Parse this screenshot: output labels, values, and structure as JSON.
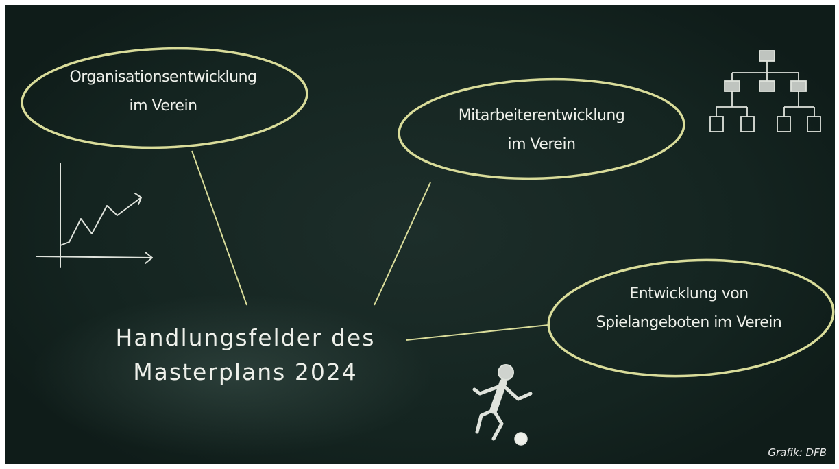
{
  "bubbles": [
    {
      "line1": "Organisationsentwicklung",
      "line2": "im Verein"
    },
    {
      "line1": "Mitarbeiterentwicklung",
      "line2": "im Verein"
    },
    {
      "line1": "Entwicklung von",
      "line2": "Spielangeboten im Verein"
    }
  ],
  "center": {
    "line1": "Handlungsfelder des",
    "line2": "Masterplans 2024"
  },
  "credit": "Grafik: DFB",
  "colors": {
    "board": "#16261f",
    "chalk": "#eef0ea",
    "ellipse": "#d9dc9a"
  },
  "icons": [
    "growth-chart-icon",
    "org-chart-icon",
    "football-player-icon"
  ]
}
